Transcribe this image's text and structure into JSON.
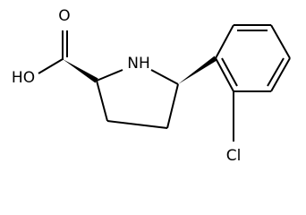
{
  "molecule": {
    "atoms": {
      "oxygen_carbonyl": "O",
      "hydroxyl": "HO",
      "nitrogen": "NH",
      "chlorine": "Cl"
    },
    "colors": {
      "bond": "#000000",
      "label": "#000000",
      "background": "#ffffff"
    }
  }
}
